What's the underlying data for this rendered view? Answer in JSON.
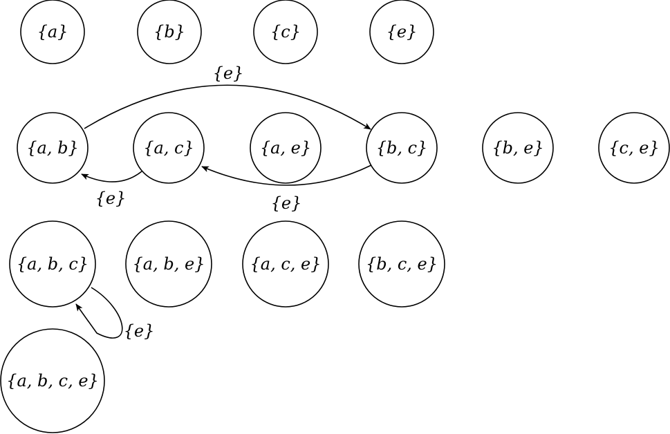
{
  "nodes": [
    {
      "id": "a",
      "label": "{a}"
    },
    {
      "id": "b",
      "label": "{b}"
    },
    {
      "id": "c",
      "label": "{c}"
    },
    {
      "id": "e",
      "label": "{e}"
    },
    {
      "id": "ab",
      "label": "{a, b}"
    },
    {
      "id": "ac",
      "label": "{a, c}"
    },
    {
      "id": "ae",
      "label": "{a, e}"
    },
    {
      "id": "bc",
      "label": "{b, c}"
    },
    {
      "id": "be",
      "label": "{b, e}"
    },
    {
      "id": "ce",
      "label": "{c, e}"
    },
    {
      "id": "abc",
      "label": "{a, b, c}"
    },
    {
      "id": "abe",
      "label": "{a, b, e}"
    },
    {
      "id": "ace",
      "label": "{a, c, e}"
    },
    {
      "id": "bce",
      "label": "{b, c, e}"
    },
    {
      "id": "abce",
      "label": "{a, b, c, e}"
    }
  ],
  "edges": [
    {
      "id": "ab-to-bc",
      "from": "ab",
      "to": "bc",
      "label": "{e}"
    },
    {
      "id": "ac-to-ab",
      "from": "ac",
      "to": "ab",
      "label": "{e}"
    },
    {
      "id": "bc-to-ac",
      "from": "bc",
      "to": "ac",
      "label": "{e}"
    },
    {
      "id": "abc-loop",
      "from": "abc",
      "to": "abc",
      "label": "{e}"
    }
  ]
}
